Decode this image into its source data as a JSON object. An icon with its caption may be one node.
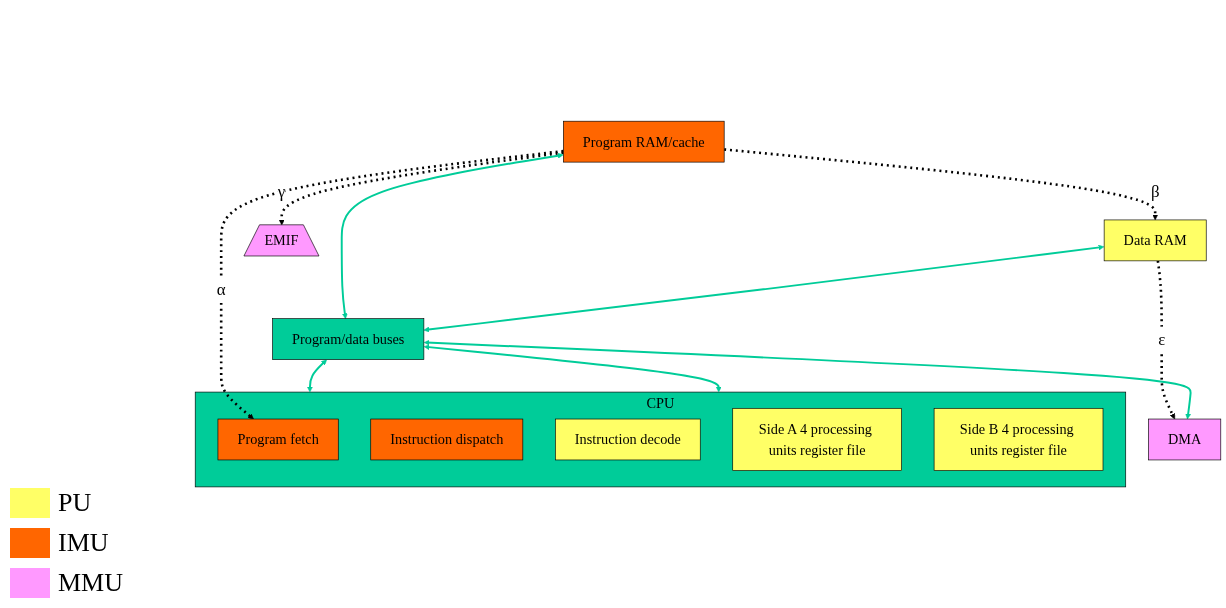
{
  "diagram": {
    "nodes": [
      {
        "text": [
          "Program RAM/cache"
        ]
      },
      {
        "text": [
          "Data RAM"
        ]
      },
      {
        "text": [
          "EMIF"
        ]
      },
      {
        "text": [
          "Program/data buses"
        ]
      },
      {
        "text": [
          "CPU"
        ]
      },
      {
        "text": [
          "Program fetch"
        ],
        "in": 4
      },
      {
        "text": [
          "Instruction dispatch"
        ],
        "in": 4
      },
      {
        "text": [
          "Instruction decode"
        ],
        "in": 4
      },
      {
        "text": [
          "Side A 4 processing units register file"
        ],
        "in": 4
      },
      {
        "text": [
          "Side B 4 processing units register file"
        ],
        "in": 4
      },
      {
        "text": [
          "DMA"
        ]
      }
    ],
    "edges": [
      {
        "from": 0,
        "to": 2,
        "arrow": "to",
        "label": "γ",
        "style": "dashed",
        "color": "#000000"
      },
      {
        "from": 0,
        "to": 1,
        "arrow": "to",
        "label": "β",
        "style": "dashed",
        "color": "#000000"
      },
      {
        "from": 0,
        "to": 5,
        "arrow": "to",
        "label": "α",
        "style": "dashed",
        "color": "#000000"
      },
      {
        "from": 1,
        "to": 10,
        "arrow": "to",
        "label": "ε",
        "style": "dashed",
        "color": "#000000"
      },
      {
        "from": 0,
        "to": 3,
        "arrow": "both"
      },
      {
        "from": 1,
        "to": 3,
        "arrow": "both"
      },
      {
        "from": 3,
        "to": 4,
        "arrow": "both"
      },
      {
        "from": 3,
        "to": 4,
        "arrow": "both"
      },
      {
        "from": 3,
        "to": 10,
        "arrow": "both"
      }
    ],
    "legend": [
      {
        "text": "PU",
        "color": "#ffff66"
      },
      {
        "text": "IMU",
        "color": "#ff6600"
      },
      {
        "text": "MMU",
        "color": "#ff99ff"
      }
    ]
  }
}
